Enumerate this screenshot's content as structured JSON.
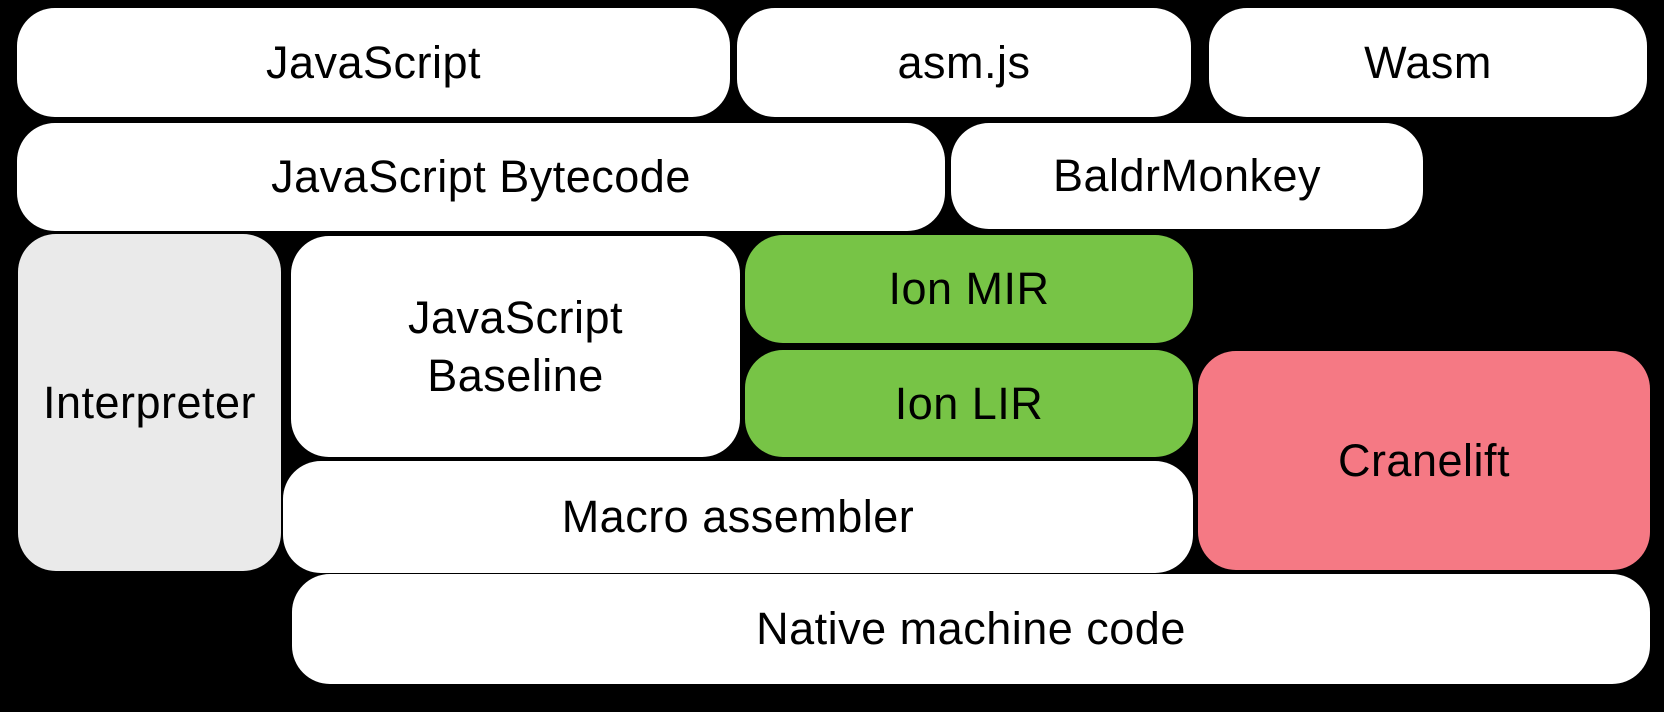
{
  "diagram": {
    "background_color": "#000000",
    "text_color": "#000000",
    "colors": {
      "default_node": "#FFFFFF",
      "interpreter_gray": "#EAEAEA",
      "ion_green": "#77C446",
      "cranelift_pink": "#F57984"
    },
    "nodes": [
      {
        "id": "javascript",
        "label": "JavaScript",
        "color": "#FFFFFF"
      },
      {
        "id": "asm-js",
        "label": "asm.js",
        "color": "#FFFFFF"
      },
      {
        "id": "wasm",
        "label": "Wasm",
        "color": "#FFFFFF"
      },
      {
        "id": "javascript-bytecode",
        "label": "JavaScript Bytecode",
        "color": "#FFFFFF"
      },
      {
        "id": "baldrmonkey",
        "label": "BaldrMonkey",
        "color": "#FFFFFF"
      },
      {
        "id": "interpreter",
        "label": "Interpreter",
        "color": "#EAEAEA"
      },
      {
        "id": "javascript-baseline",
        "label": "JavaScript\nBaseline",
        "color": "#FFFFFF"
      },
      {
        "id": "ion-mir",
        "label": "Ion MIR",
        "color": "#77C446"
      },
      {
        "id": "ion-lir",
        "label": "Ion LIR",
        "color": "#77C446"
      },
      {
        "id": "cranelift",
        "label": "Cranelift",
        "color": "#F57984"
      },
      {
        "id": "macro-assembler",
        "label": "Macro assembler",
        "color": "#FFFFFF"
      },
      {
        "id": "native-machine-code",
        "label": "Native machine code",
        "color": "#FFFFFF"
      }
    ]
  }
}
